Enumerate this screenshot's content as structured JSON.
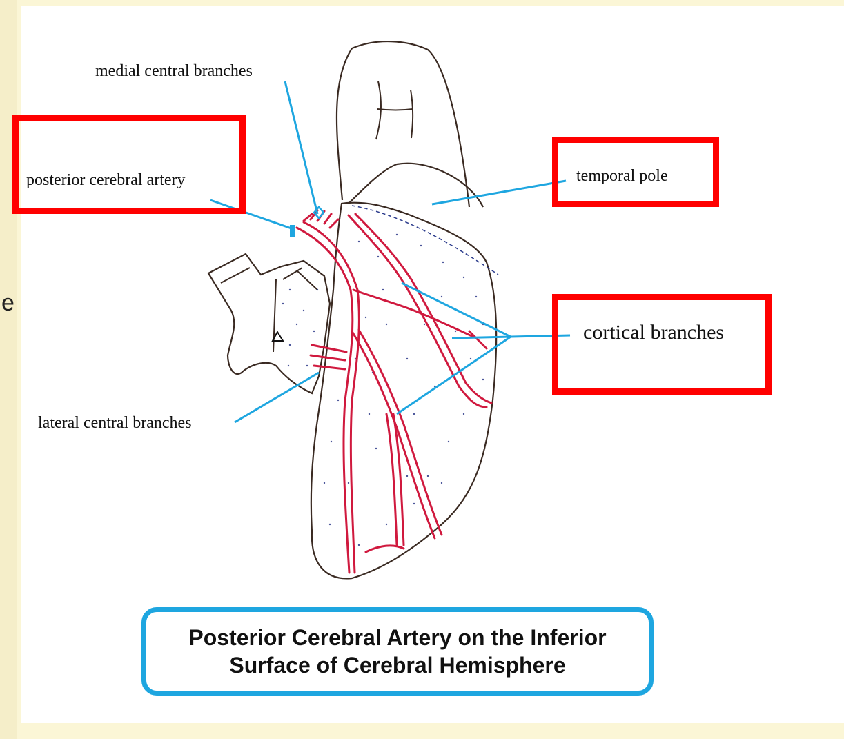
{
  "labels": {
    "medial_central": "medial central branches",
    "posterior_cerebral_artery": "posterior cerebral artery",
    "temporal_pole": "temporal pole",
    "cortical_branches": "cortical branches",
    "lateral_central": "lateral central branches"
  },
  "caption": {
    "line1": "Posterior Cerebral Artery on the Inferior",
    "line2": "Surface of Cerebral Hemisphere"
  },
  "colors": {
    "artery": "#d0193e",
    "leader": "#1ea6e0",
    "highlight": "#ff0000",
    "outline": "#3a2a22",
    "stipple": "#1c2a80"
  }
}
